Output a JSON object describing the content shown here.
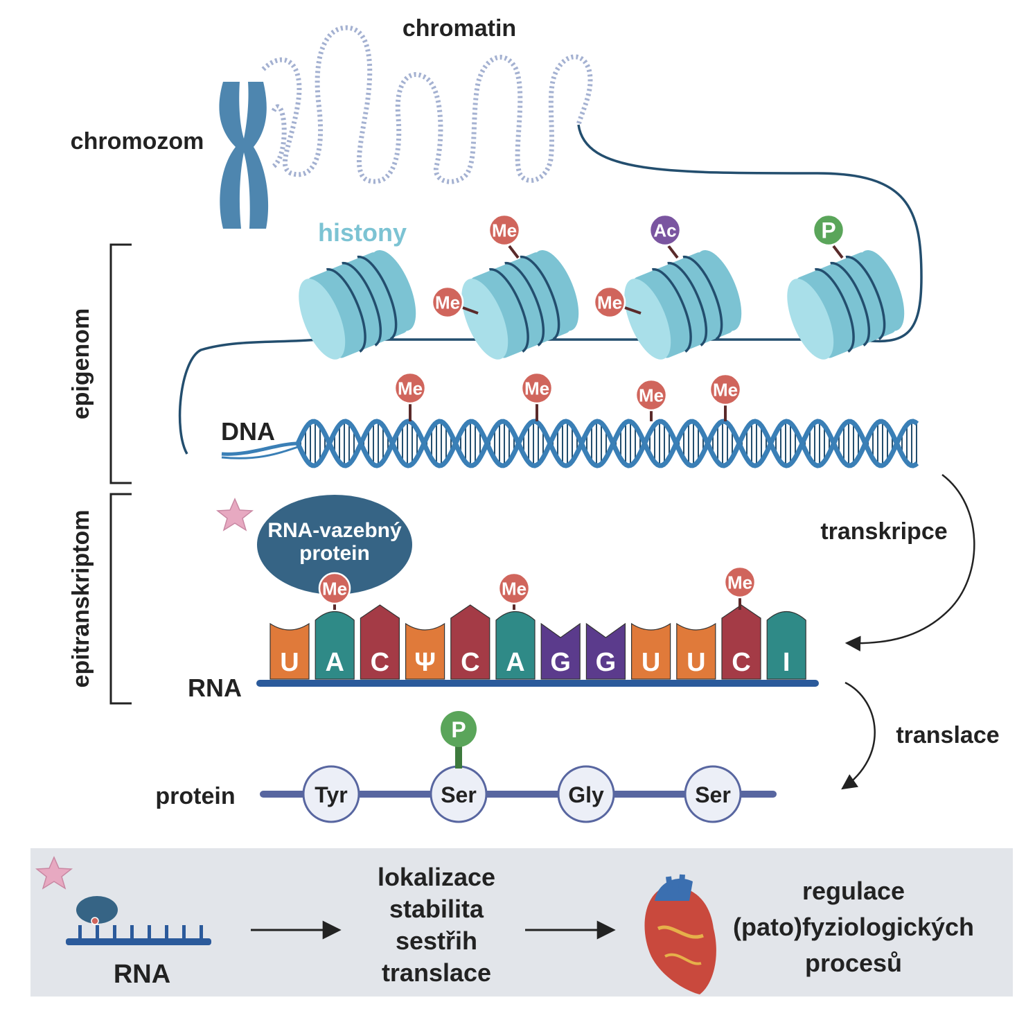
{
  "labels": {
    "chromatin": "chromatin",
    "chromosome": "chromozom",
    "histones": "histony",
    "epigenome": "epigenom",
    "dna": "DNA",
    "epitranscriptome": "epitranskriptom",
    "rna": "RNA",
    "rna_binding_protein_line1": "RNA-vazebný",
    "rna_binding_protein_line2": "protein",
    "transcription": "transkripce",
    "translation": "translace",
    "protein": "protein"
  },
  "histone_marks": [
    "Me",
    "Me",
    "Me",
    "Ac",
    "Me",
    "P"
  ],
  "dna_marks": [
    "Me",
    "Me",
    "Me",
    "Me"
  ],
  "rna_marks": [
    "Me",
    "Me",
    "Me"
  ],
  "phospho_mark": "P",
  "rna_nucleotides": [
    {
      "base": "U",
      "color": "#e07a3a"
    },
    {
      "base": "A",
      "color": "#2f8a87"
    },
    {
      "base": "C",
      "color": "#a43b46"
    },
    {
      "base": "Ψ",
      "color": "#e07a3a"
    },
    {
      "base": "C",
      "color": "#a43b46"
    },
    {
      "base": "A",
      "color": "#2f8a87"
    },
    {
      "base": "G",
      "color": "#5b3b8c"
    },
    {
      "base": "G",
      "color": "#5b3b8c"
    },
    {
      "base": "U",
      "color": "#e07a3a"
    },
    {
      "base": "U",
      "color": "#e07a3a"
    },
    {
      "base": "C",
      "color": "#a43b46"
    },
    {
      "base": "I",
      "color": "#2f8a87"
    }
  ],
  "amino_acids": [
    "Tyr",
    "Ser",
    "Gly",
    "Ser"
  ],
  "bottom_panel": {
    "rna_label": "RNA",
    "functions": [
      "lokalizace",
      "stabilita",
      "sestřih",
      "translace"
    ],
    "outcome": [
      "regulace",
      "(pato)fyziologických",
      "procesů"
    ]
  },
  "colors": {
    "methyl": "#d0655c",
    "acetyl": "#7a55a0",
    "phospho": "#5aa55a",
    "histone": "#7cc3d3",
    "dna_strand": "#3a7fb6",
    "chromosome": "#3b79a6",
    "rna_backbone": "#2b5a9b",
    "protein_chain": "#5866a0",
    "rbp": "#366485",
    "panel_bg": "#e2e5ea"
  }
}
